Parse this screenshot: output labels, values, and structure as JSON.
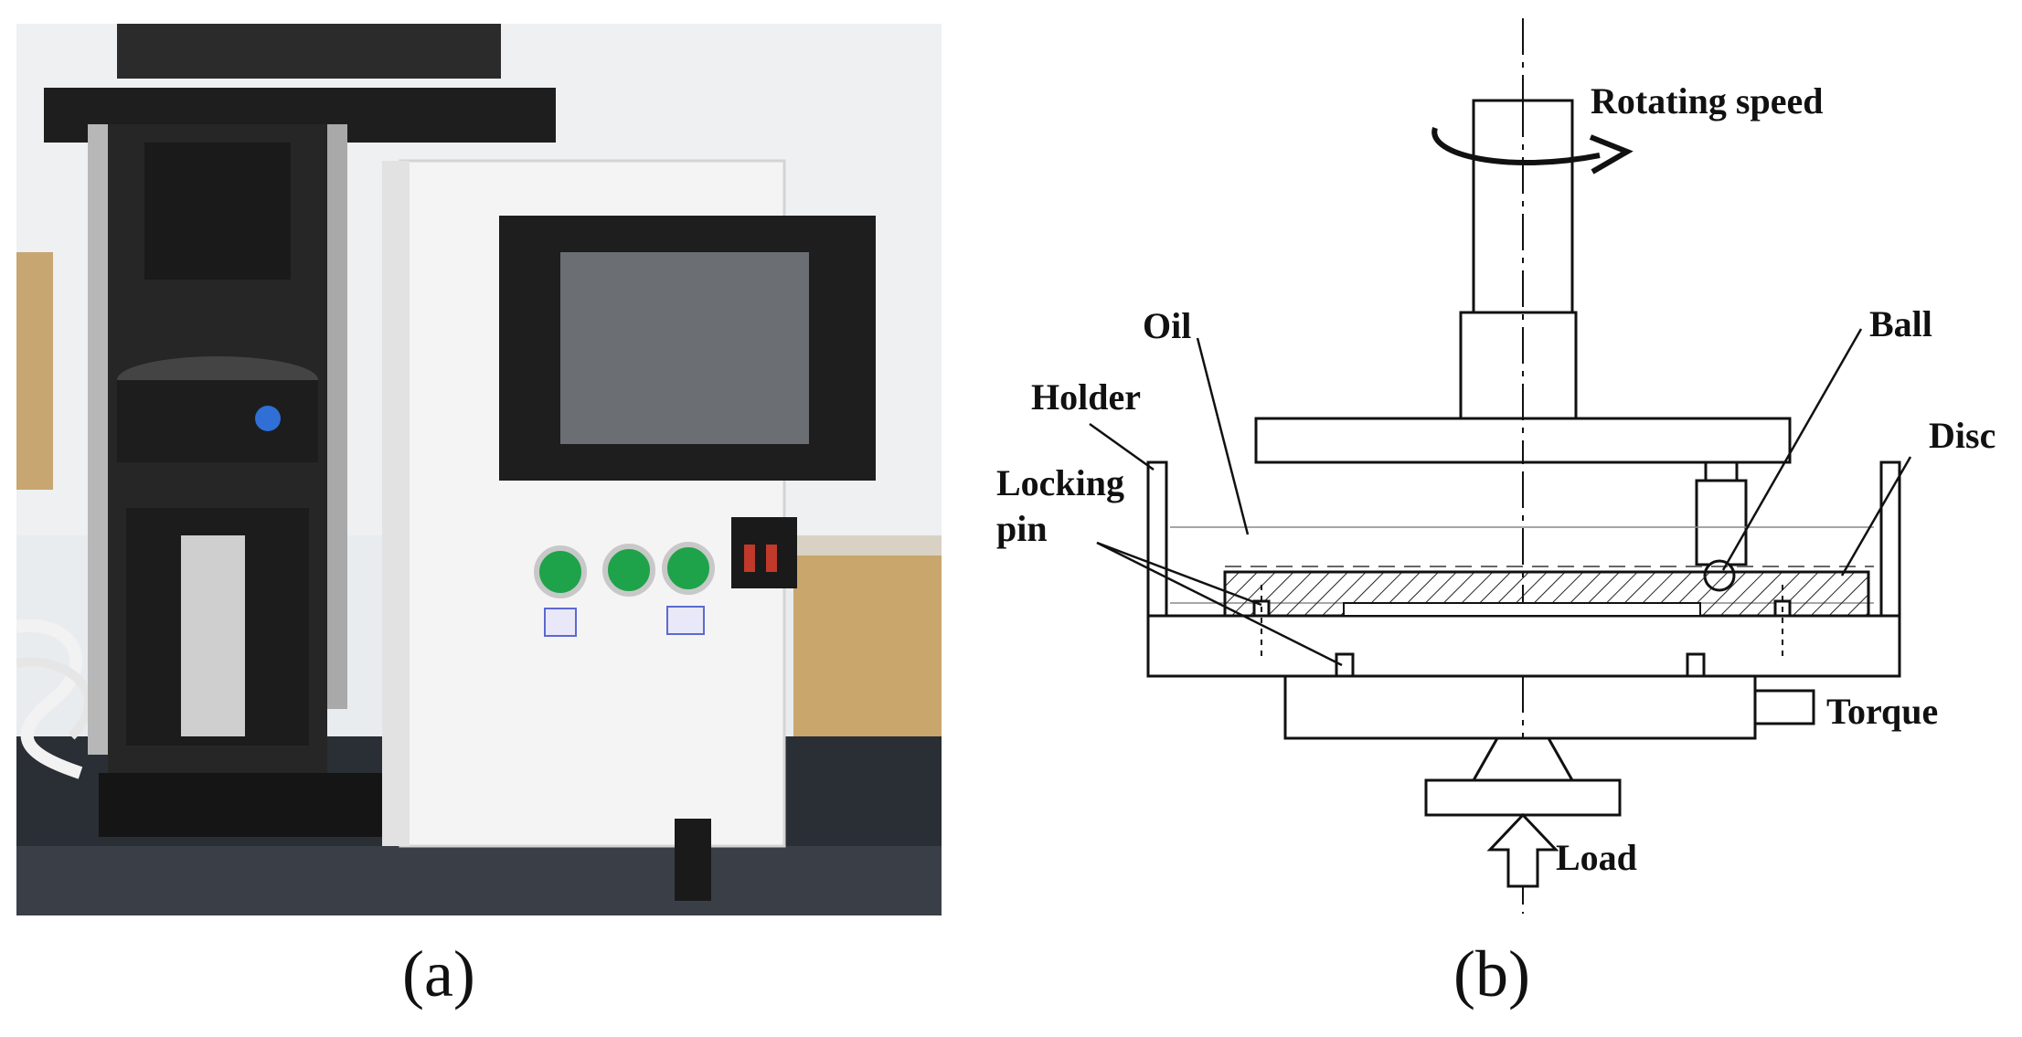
{
  "figure": {
    "panel_a": {
      "caption": "(a)"
    },
    "panel_b": {
      "caption": "(b)",
      "labels": {
        "rotating_speed": "Rotating speed",
        "oil": "Oil",
        "ball": "Ball",
        "holder": "Holder",
        "disc": "Disc",
        "locking_pin_line1": "Locking",
        "locking_pin_line2": "pin",
        "torque": "Torque",
        "load": "Load"
      }
    }
  }
}
